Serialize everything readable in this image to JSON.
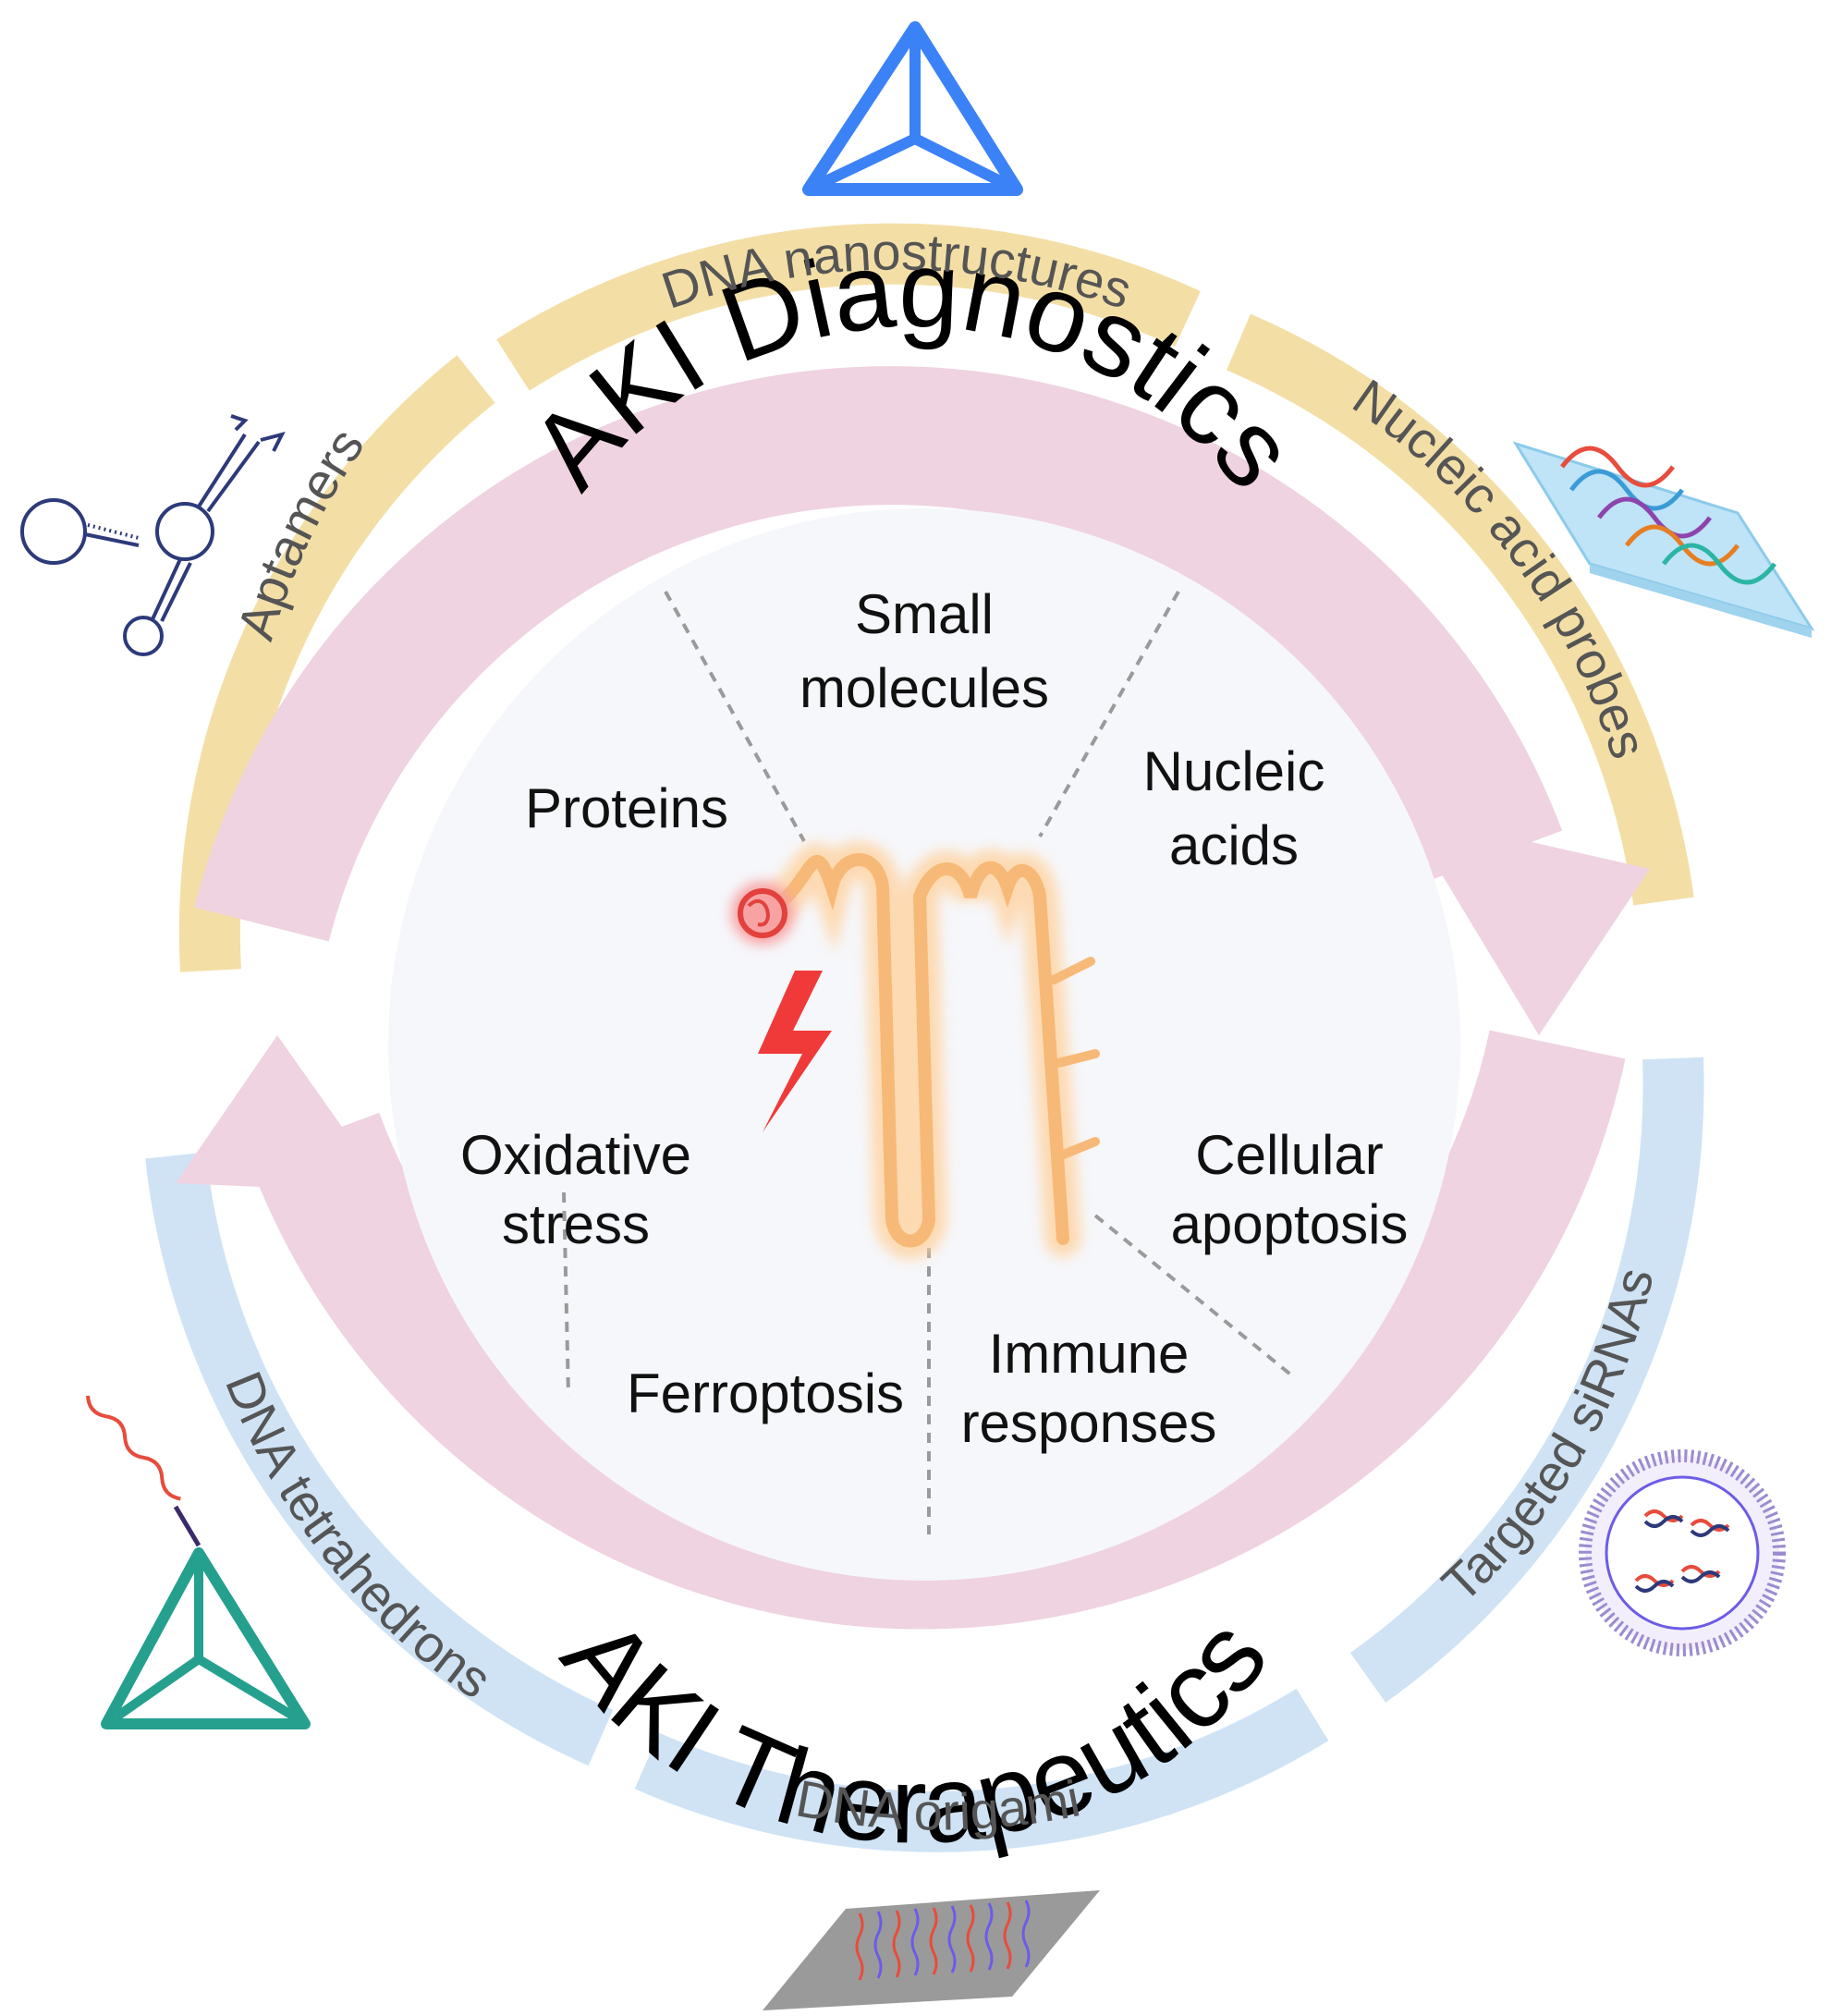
{
  "center": {
    "diagnostics_targets": [
      "Small",
      "molecules",
      "Proteins",
      "Nucleic",
      "acids"
    ],
    "therapeutic_targets": [
      "Oxidative",
      "stress",
      "Cellular",
      "apoptosis",
      "Ferroptosis",
      "Immune",
      "responses"
    ]
  },
  "arrows": {
    "diagnostics": "AKI Diagnostics",
    "therapeutics": "AKI Therapeutics"
  },
  "diagnostic_tools": [
    "Aptamers",
    "DNA nanostructures",
    "Nucleic acid probes"
  ],
  "therapeutic_tools": [
    "DNA tetrahedrons",
    "DNA origami",
    "Targeted siRNAs"
  ],
  "icons": [
    "aptamer-icon",
    "tetrahedron-icon",
    "nucleic-acid-probe-chip-icon",
    "dna-tetrahedron-icon",
    "dna-origami-icon",
    "sirna-liposome-icon",
    "kidney-nephron-icon",
    "lightning-icon"
  ],
  "colors": {
    "diagnostic_band": "#f3dfa6",
    "therapeutic_band": "#cfe3f5",
    "arrow": "#efd3e0",
    "center": "#f6f7fb",
    "nephron": "#f7b977",
    "injury": "#f03a3a"
  }
}
